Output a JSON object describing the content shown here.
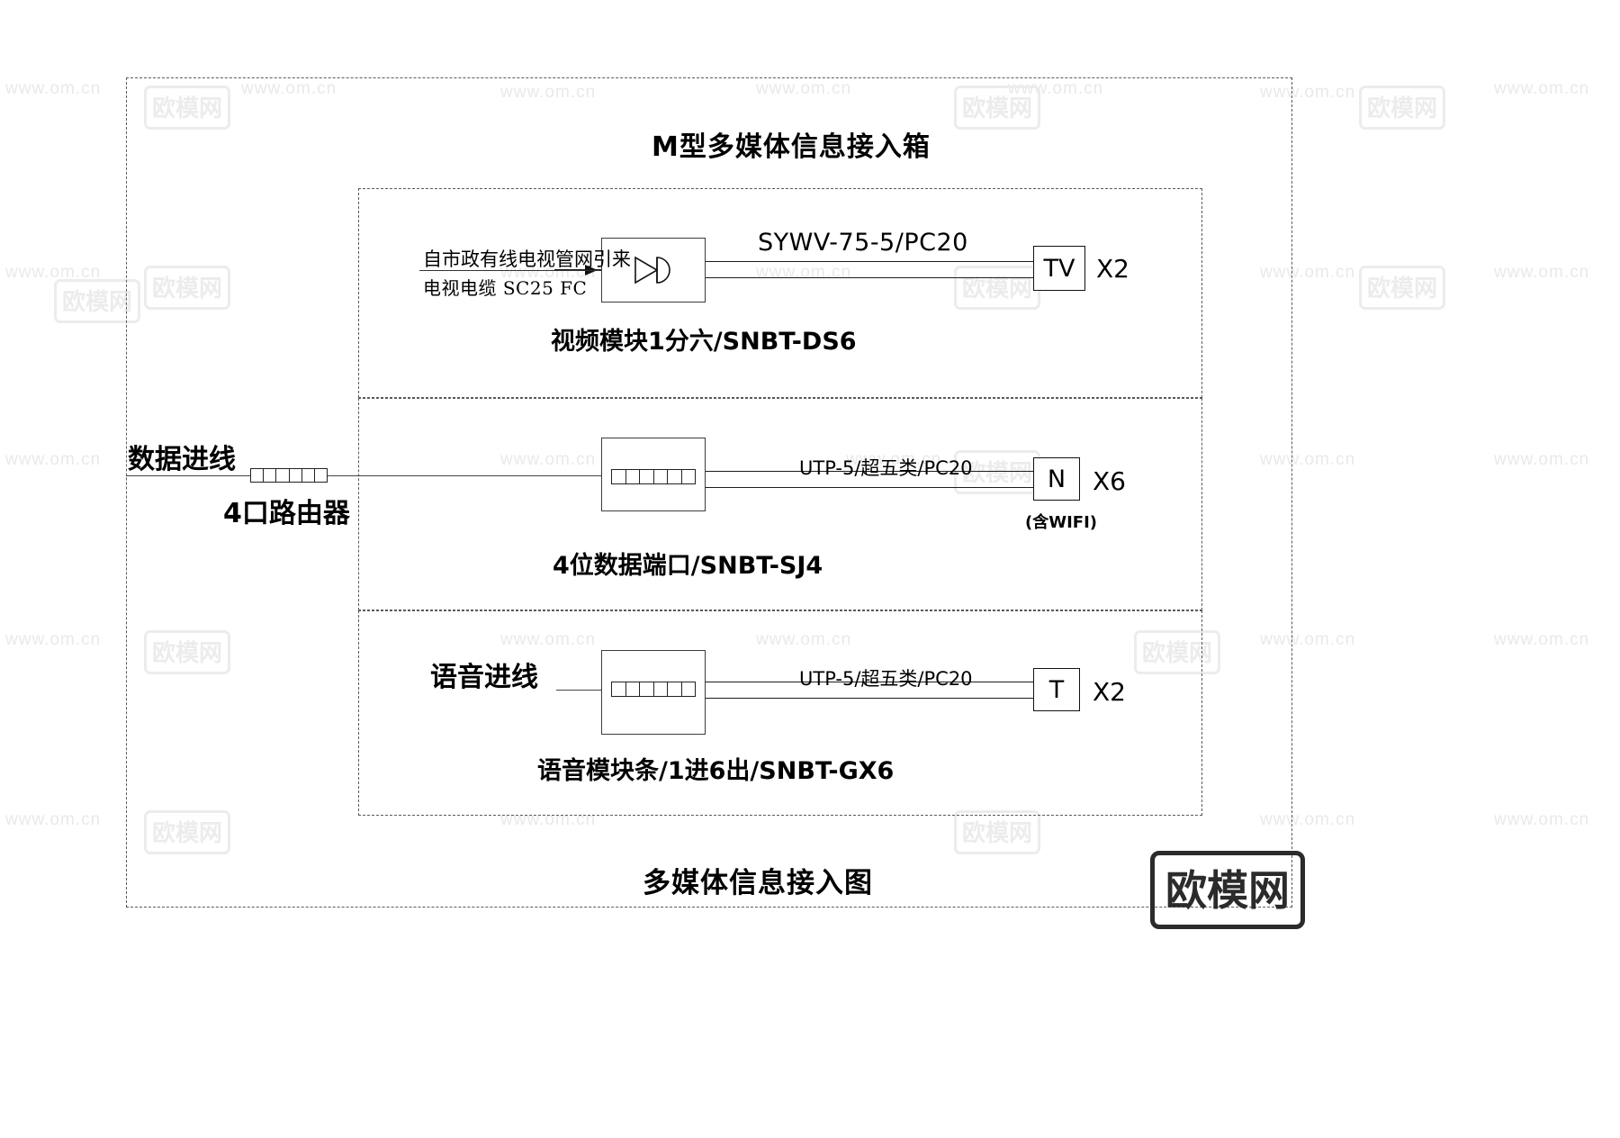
{
  "diagram": {
    "title": "M型多媒体信息接入箱",
    "footer_title": "多媒体信息接入图",
    "sections": {
      "video": {
        "source_line1": "自市政有线电视管网引来",
        "source_line2": "电视电缆  SC25  FC",
        "out_cable": "SYWV-75-5/PC20",
        "module_label": "视频模块1分六/SNBT-DS6",
        "terminal": "TV",
        "terminal_qty": "X2",
        "symbol": "amplifier-splitter"
      },
      "data": {
        "incoming_label": "数据进线",
        "device_label": "4口路由器",
        "out_cable": "UTP-5/超五类/PC20",
        "module_label": "4位数据端口/SNBT-SJ4",
        "terminal": "N",
        "terminal_qty": "X6",
        "terminal_note": "(含WIFI)"
      },
      "voice": {
        "incoming_label": "语音进线",
        "out_cable": "UTP-5/超五类/PC20",
        "module_label": "语音模块条/1进6出/SNBT-GX6",
        "terminal": "T",
        "terminal_qty": "X2"
      }
    }
  },
  "watermarks": {
    "url_text": "www.om.cn",
    "brand_text": "欧模网",
    "logo_text": "欧模网"
  },
  "colors": {
    "line": "#1c1c1c",
    "dashed_frame": "#5a5a5a",
    "watermark": "#e9e9e9",
    "background": "#ffffff"
  }
}
